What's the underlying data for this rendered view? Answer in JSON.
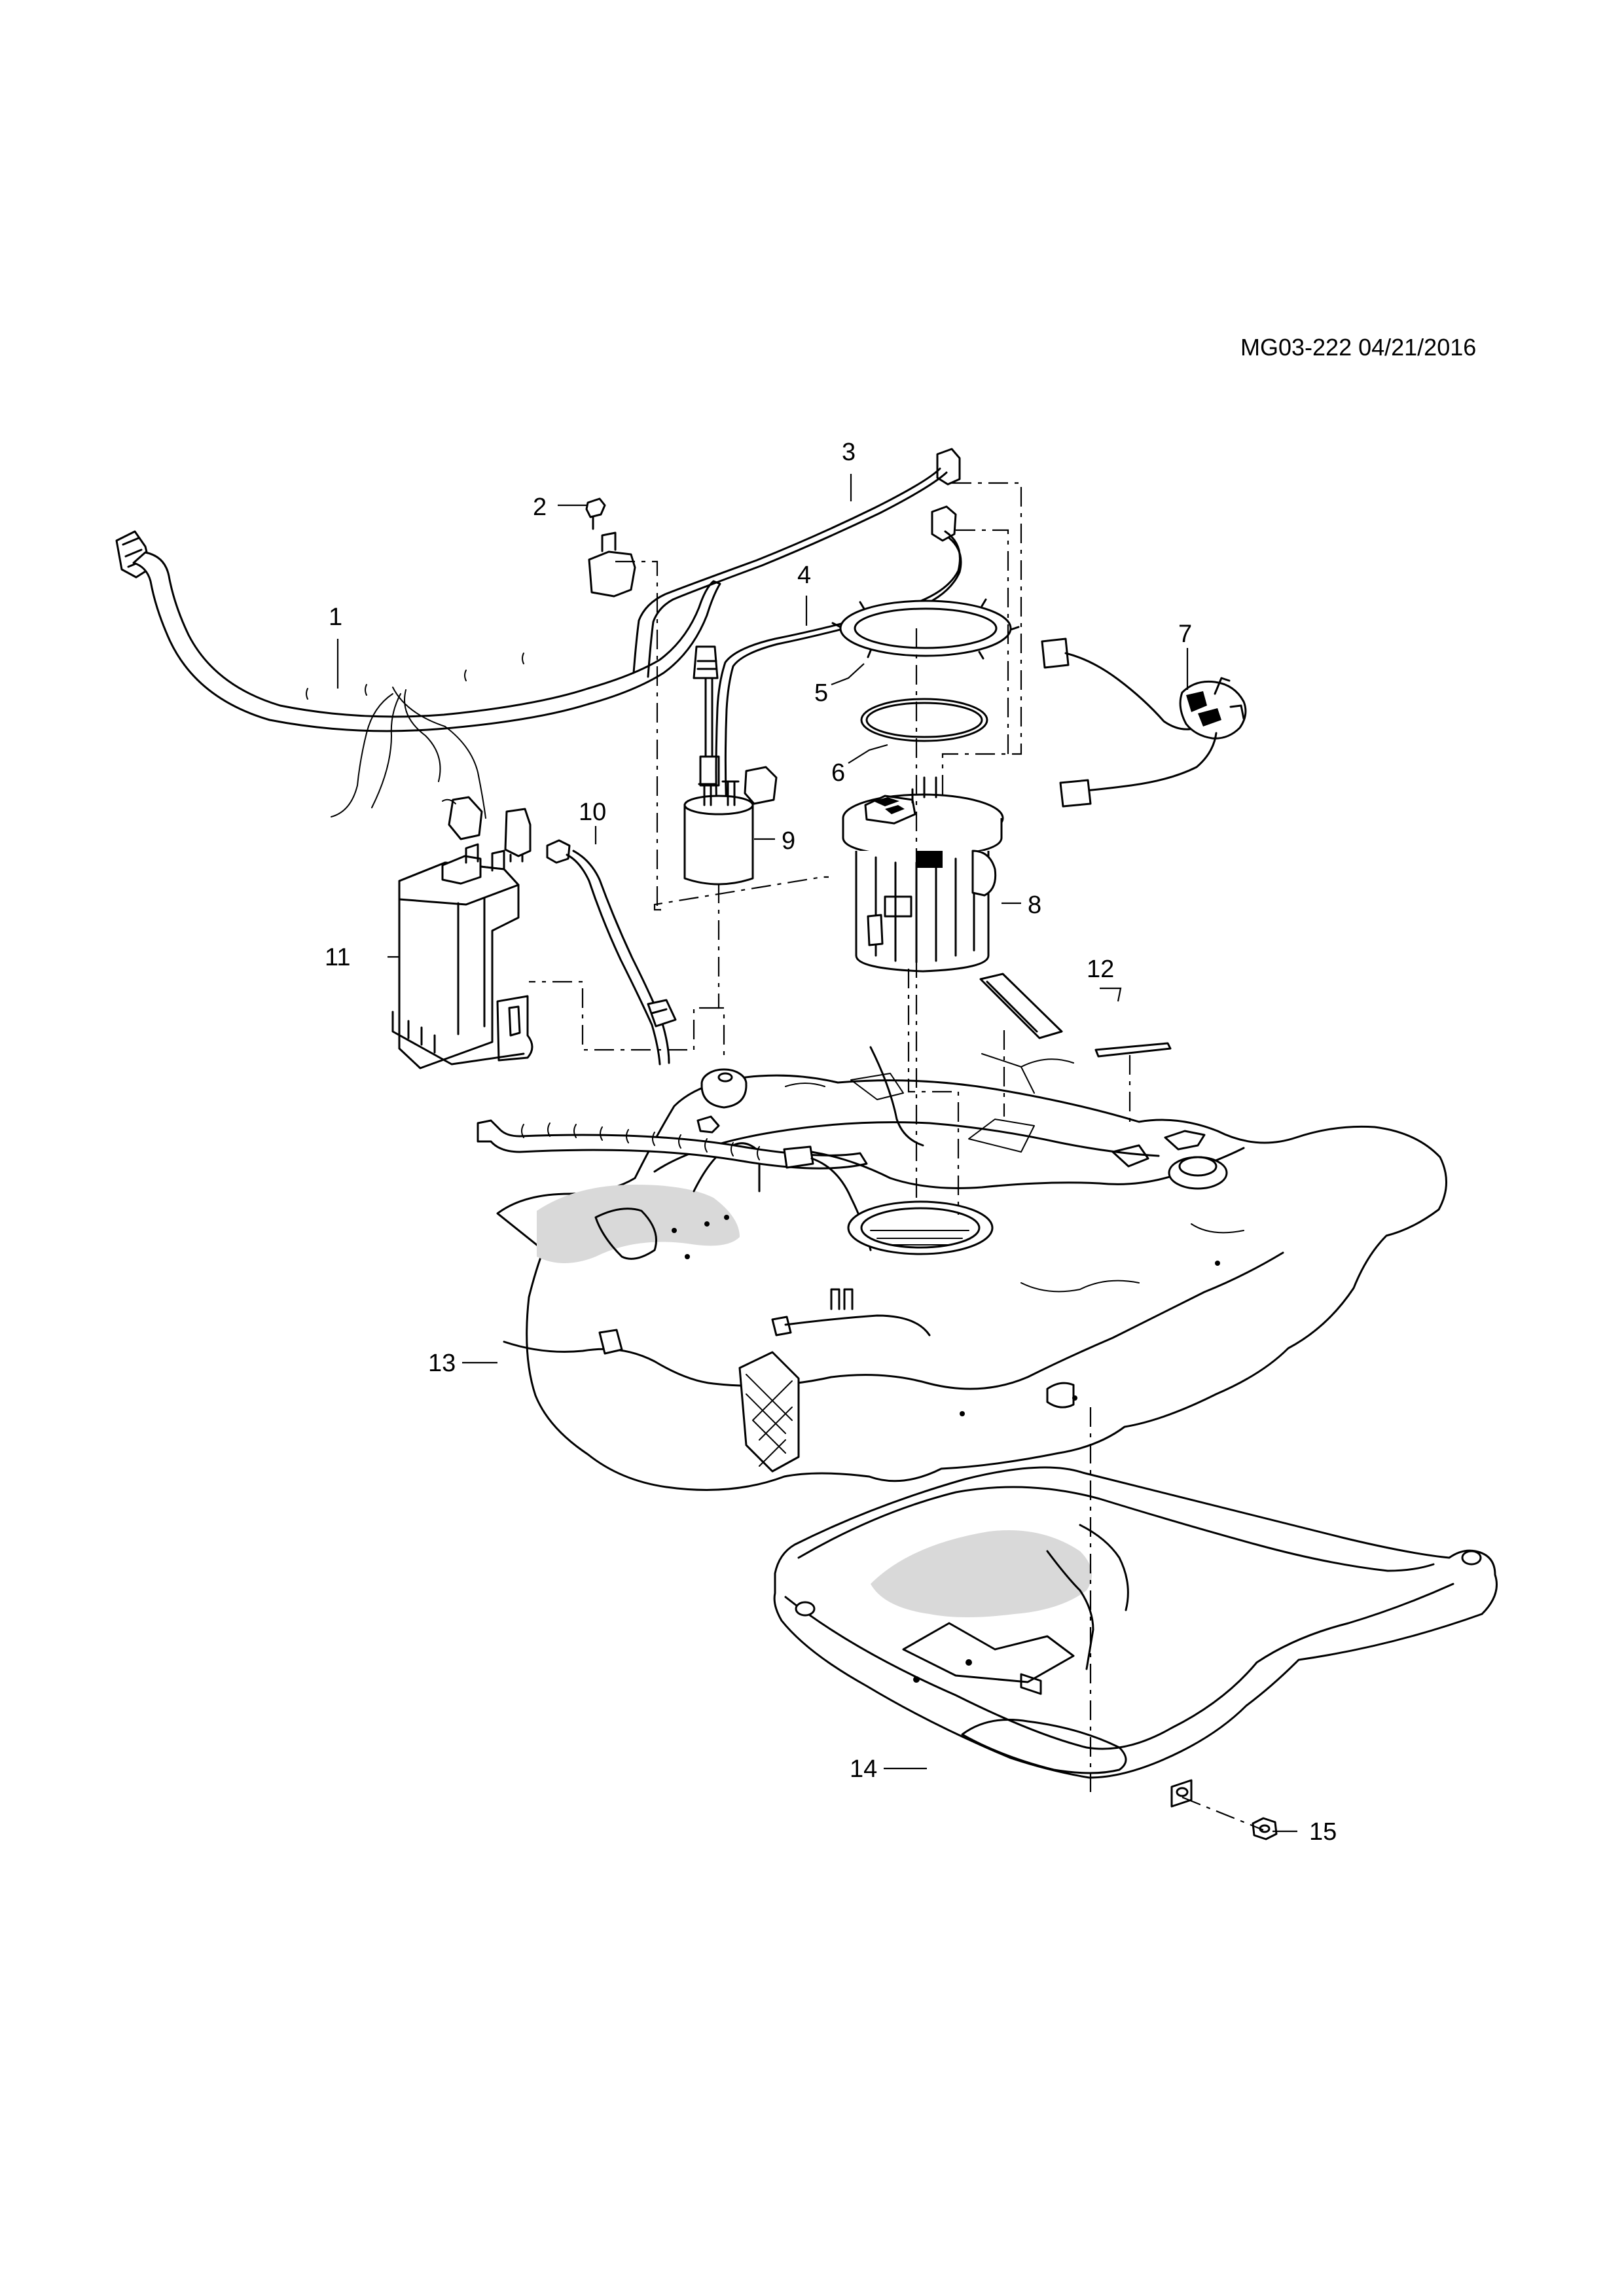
{
  "diagram": {
    "reference_code": "MG03-222 04/21/2016",
    "callouts": [
      {
        "id": "c1",
        "label": "1"
      },
      {
        "id": "c2",
        "label": "2"
      },
      {
        "id": "c3",
        "label": "3"
      },
      {
        "id": "c4",
        "label": "4"
      },
      {
        "id": "c5",
        "label": "5"
      },
      {
        "id": "c6",
        "label": "6"
      },
      {
        "id": "c7",
        "label": "7"
      },
      {
        "id": "c8",
        "label": "8"
      },
      {
        "id": "c9",
        "label": "9"
      },
      {
        "id": "c10",
        "label": "10"
      },
      {
        "id": "c11",
        "label": "11"
      },
      {
        "id": "c12",
        "label": "12"
      },
      {
        "id": "c13",
        "label": "13"
      },
      {
        "id": "c14",
        "label": "14"
      },
      {
        "id": "c15",
        "label": "15"
      }
    ]
  }
}
